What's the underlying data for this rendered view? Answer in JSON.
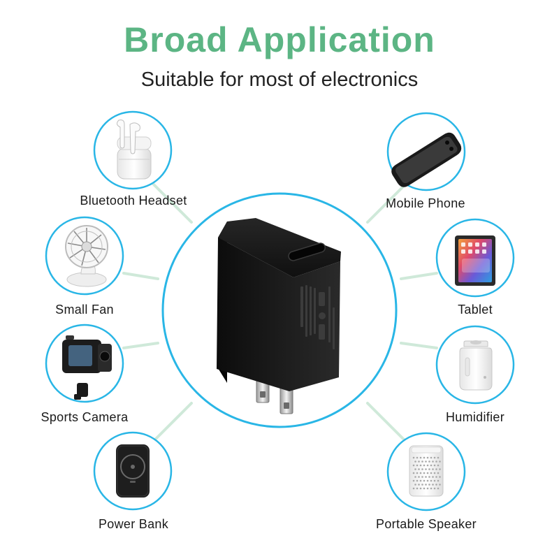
{
  "header": {
    "title": "Broad Application",
    "subtitle": "Suitable for most of electronics"
  },
  "colors": {
    "title_green": "#5cb584",
    "ring_blue": "#29b6e6",
    "connector_green": "#cfe9d9",
    "product_black": "#141414"
  },
  "center_product": {
    "icon": "usb-c-wall-charger-icon"
  },
  "devices": [
    {
      "label": "Bluetooth Headset",
      "icon": "earbuds-icon"
    },
    {
      "label": "Small Fan",
      "icon": "fan-icon"
    },
    {
      "label": "Sports Camera",
      "icon": "action-camera-icon"
    },
    {
      "label": "Power Bank",
      "icon": "power-bank-icon"
    },
    {
      "label": "Mobile Phone",
      "icon": "smartphone-icon"
    },
    {
      "label": "Tablet",
      "icon": "tablet-icon"
    },
    {
      "label": "Humidifier",
      "icon": "humidifier-icon"
    },
    {
      "label": "Portable Speaker",
      "icon": "speaker-icon"
    }
  ]
}
